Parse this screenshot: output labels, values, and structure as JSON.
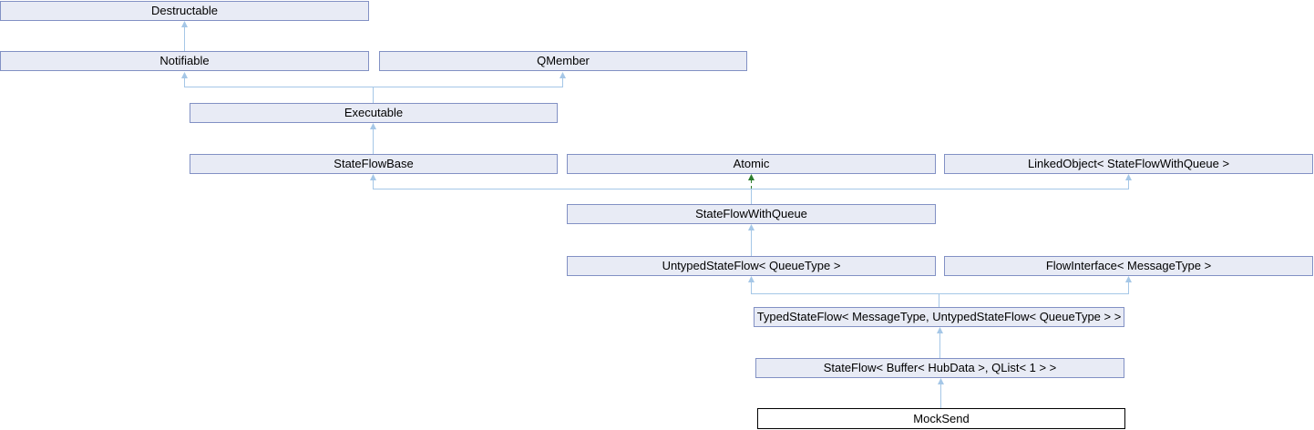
{
  "diagram": {
    "type": "class-inheritance-graph",
    "current_class": "MockSend",
    "nodes": [
      {
        "id": "destructable",
        "label": "Destructable"
      },
      {
        "id": "notifiable",
        "label": "Notifiable"
      },
      {
        "id": "qmember",
        "label": "QMember"
      },
      {
        "id": "executable",
        "label": "Executable"
      },
      {
        "id": "stateflowbase",
        "label": "StateFlowBase"
      },
      {
        "id": "atomic",
        "label": "Atomic"
      },
      {
        "id": "linkedobject",
        "label": "LinkedObject< StateFlowWithQueue >"
      },
      {
        "id": "stateflowwithqueue",
        "label": "StateFlowWithQueue"
      },
      {
        "id": "untypedstateflow",
        "label": "UntypedStateFlow< QueueType >"
      },
      {
        "id": "flowinterface",
        "label": "FlowInterface< MessageType >"
      },
      {
        "id": "typedstateflow",
        "label": "TypedStateFlow< MessageType, UntypedStateFlow< QueueType > >"
      },
      {
        "id": "stateflow",
        "label": "StateFlow< Buffer< HubData >, QList< 1 > >"
      },
      {
        "id": "mocksend",
        "label": "MockSend"
      }
    ],
    "edges": [
      {
        "from": "Notifiable",
        "to": "Destructable",
        "inheritance": "public",
        "line": "solid"
      },
      {
        "from": "Executable",
        "to": "Notifiable",
        "inheritance": "public",
        "line": "solid"
      },
      {
        "from": "Executable",
        "to": "QMember",
        "inheritance": "public",
        "line": "solid"
      },
      {
        "from": "StateFlowBase",
        "to": "Executable",
        "inheritance": "public",
        "line": "solid"
      },
      {
        "from": "StateFlowWithQueue",
        "to": "StateFlowBase",
        "inheritance": "public",
        "line": "solid"
      },
      {
        "from": "StateFlowWithQueue",
        "to": "Atomic",
        "inheritance": "protected",
        "line": "dashed"
      },
      {
        "from": "StateFlowWithQueue",
        "to": "LinkedObject< StateFlowWithQueue >",
        "inheritance": "public",
        "line": "solid"
      },
      {
        "from": "UntypedStateFlow< QueueType >",
        "to": "StateFlowWithQueue",
        "inheritance": "public",
        "line": "solid"
      },
      {
        "from": "TypedStateFlow< MessageType, UntypedStateFlow< QueueType > >",
        "to": "UntypedStateFlow< QueueType >",
        "inheritance": "public",
        "line": "solid"
      },
      {
        "from": "TypedStateFlow< MessageType, UntypedStateFlow< QueueType > >",
        "to": "FlowInterface< MessageType >",
        "inheritance": "public",
        "line": "solid"
      },
      {
        "from": "StateFlow< Buffer< HubData >, QList< 1 > >",
        "to": "TypedStateFlow< MessageType, UntypedStateFlow< QueueType > >",
        "inheritance": "public",
        "line": "solid"
      },
      {
        "from": "MockSend",
        "to": "StateFlow< Buffer< HubData >, QList< 1 > >",
        "inheritance": "public",
        "line": "solid"
      }
    ],
    "colors": {
      "background": "#FFFFFF",
      "node_fill": "#E8EBF5",
      "node_border": "#8291C4",
      "highlight_fill": "#FFFFFF",
      "highlight_border": "#000000",
      "edge_public": "#A5C7E7",
      "edge_protected": "#2D7D2D",
      "text": "#000000"
    }
  }
}
